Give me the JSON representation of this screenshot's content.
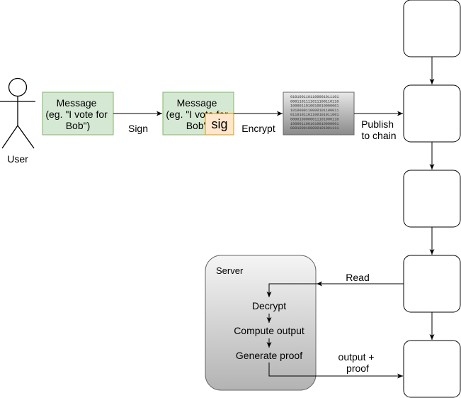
{
  "actor": {
    "label": "User"
  },
  "message": {
    "line1": "Message",
    "line2": "(eg. \"I vote for",
    "line3": "Bob\")"
  },
  "signed_message": {
    "line1": "Message",
    "line2": "(eg. \"I vote for",
    "line3": "Bob\")",
    "sig_label": "sig"
  },
  "edges": {
    "sign": "Sign",
    "encrypt": "Encrypt",
    "publish_line1": "Publish",
    "publish_line2": "to chain",
    "read": "Read",
    "output_line1": "output +",
    "output_line2": "proof"
  },
  "ciphertext_rows": [
    "0101001101100001011101",
    "0001101111011100110110",
    "1000011010010010000001",
    "1010000110000101100011",
    "0110101101100101011001",
    "0000100000011101000110",
    "1000011001010010000001",
    "0001000100000101001111"
  ],
  "server": {
    "title": "Server",
    "steps": [
      "Decrypt",
      "Compute output",
      "Generate proof"
    ]
  },
  "chain": {
    "block_count": 5
  },
  "colors": {
    "message_fill": "#d5e8d4",
    "message_stroke": "#82b366",
    "sig_fill": "#ffe6cc",
    "sig_stroke": "#d79b00",
    "server_fill_top": "#f5f5f5",
    "server_fill_bottom": "#b3b3b3"
  }
}
